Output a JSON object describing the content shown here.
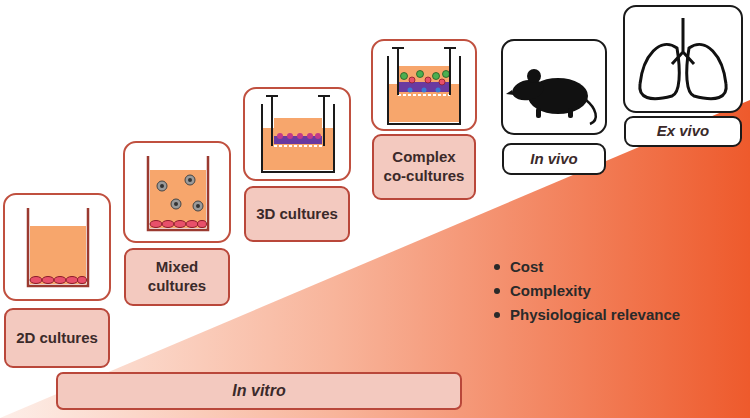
{
  "diagram": {
    "nodes": [
      {
        "text": [
          "2D cultures"
        ]
      },
      {
        "text": [
          "Mixed cultures"
        ]
      },
      {
        "text": [
          "3D cultures"
        ]
      },
      {
        "text": [
          "Complex co-cultures"
        ]
      },
      {
        "text": [
          "In vivo"
        ]
      },
      {
        "text": [
          "Ex vivo"
        ]
      },
      {
        "text": [
          "In vitro"
        ]
      }
    ],
    "labels": [
      "Cost",
      "Complexity",
      "Physiological relevance"
    ]
  }
}
